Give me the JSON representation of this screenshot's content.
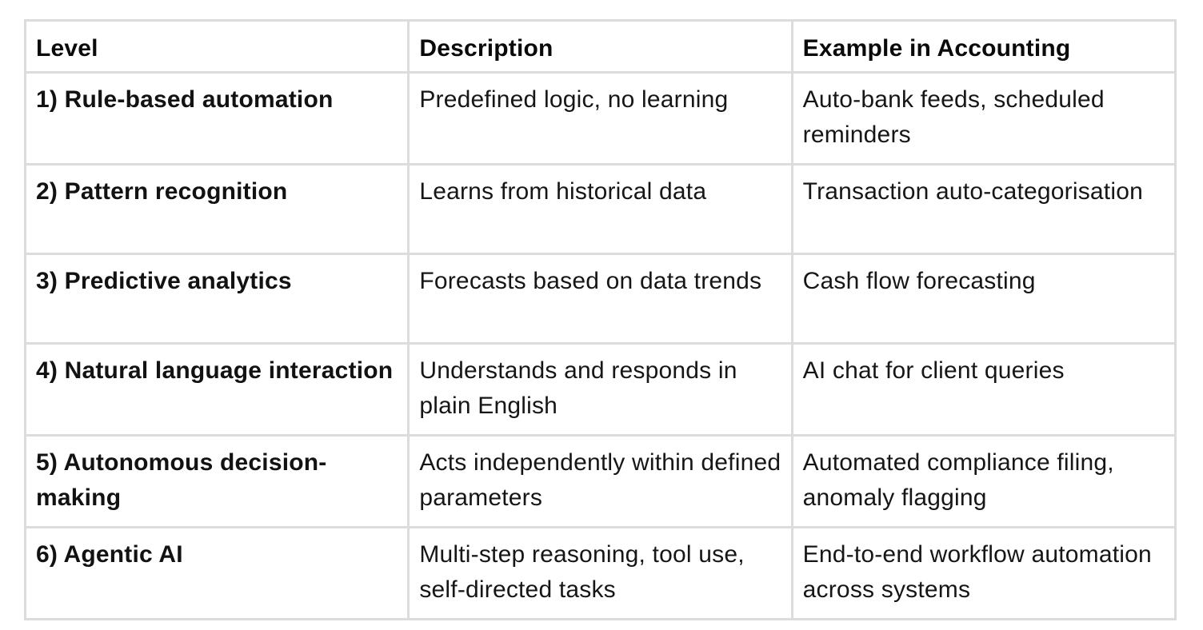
{
  "table": {
    "headers": [
      "Level",
      "Description",
      "Example in Accounting"
    ],
    "rows": [
      {
        "level": "1) Rule-based automation",
        "description": "Predefined logic, no learning",
        "example": "Auto-bank feeds, scheduled reminders"
      },
      {
        "level": "2) Pattern recognition",
        "description": "Learns from historical data",
        "example": "Transaction auto-categorisation"
      },
      {
        "level": "3) Predictive analytics",
        "description": "Forecasts based on data trends",
        "example": "Cash flow forecasting"
      },
      {
        "level": "4) Natural language interaction",
        "description": "Understands and responds in plain English",
        "example": "AI chat for client queries"
      },
      {
        "level": "5) Autonomous decision-making",
        "description": "Acts independently within defined parameters",
        "example": "Automated compliance filing, anomaly flagging"
      },
      {
        "level": "6) Agentic AI",
        "description": "Multi-step reasoning, tool use, self-directed tasks",
        "example": "End-to-end workflow automation across systems"
      }
    ]
  },
  "colors": {
    "border": "#dcdcdc",
    "text": "#111111",
    "background": "#ffffff"
  }
}
